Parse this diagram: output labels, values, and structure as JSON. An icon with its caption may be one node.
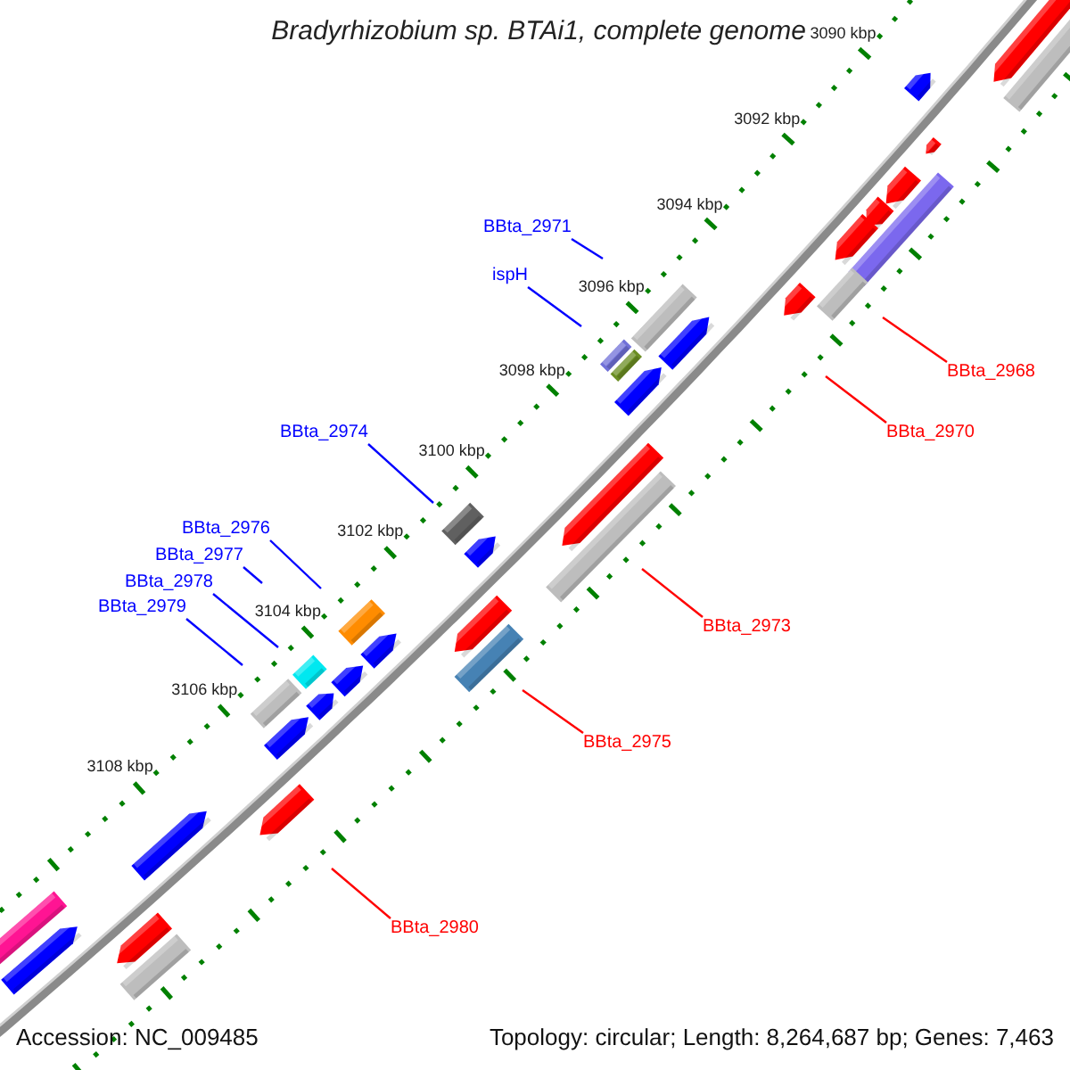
{
  "diagram": {
    "title": "Bradyrhizobium sp. BTAi1, complete genome",
    "nodes": [
      {
        "text": [
          "BBta_2971"
        ]
      },
      {
        "text": [
          "ispH"
        ]
      },
      {
        "text": [
          "BBta_2968"
        ]
      },
      {
        "text": [
          "BBta_2970"
        ]
      },
      {
        "text": [
          "BBta_2974"
        ]
      },
      {
        "text": [
          "BBta_2976"
        ]
      },
      {
        "text": [
          "BBta_2977"
        ]
      },
      {
        "text": [
          "BBta_2978"
        ]
      },
      {
        "text": [
          "BBta_2979"
        ]
      },
      {
        "text": [
          "BBta_2973"
        ]
      },
      {
        "text": [
          "BBta_2975"
        ]
      },
      {
        "text": [
          "BBta_2980"
        ]
      }
    ],
    "edges": [
      {
        "from": 0,
        "to": null,
        "arrow": "none"
      },
      {
        "from": 1,
        "to": null,
        "arrow": "none"
      },
      {
        "from": 2,
        "to": null,
        "arrow": "none",
        "color": "#ff0000"
      },
      {
        "from": 3,
        "to": null,
        "arrow": "none",
        "color": "#ff0000"
      },
      {
        "from": 4,
        "to": null,
        "arrow": "none"
      },
      {
        "from": 5,
        "to": null,
        "arrow": "none"
      },
      {
        "from": 6,
        "to": null,
        "arrow": "none"
      },
      {
        "from": 7,
        "to": null,
        "arrow": "none"
      },
      {
        "from": 8,
        "to": null,
        "arrow": "none"
      },
      {
        "from": 9,
        "to": null,
        "arrow": "none",
        "color": "#ff0000"
      },
      {
        "from": 10,
        "to": null,
        "arrow": "none",
        "color": "#ff0000"
      },
      {
        "from": 11,
        "to": null,
        "arrow": "none",
        "color": "#ff0000"
      }
    ],
    "labels": [
      "3090 kbp",
      "3092 kbp",
      "3094 kbp",
      "3096 kbp",
      "3098 kbp",
      "3100 kbp",
      "3102 kbp",
      "3104 kbp",
      "3106 kbp",
      "3108 kbp",
      "Accession: NC_009485",
      "Topology: circular; Length: 8,264,687 bp; Genes: 7,463"
    ]
  }
}
